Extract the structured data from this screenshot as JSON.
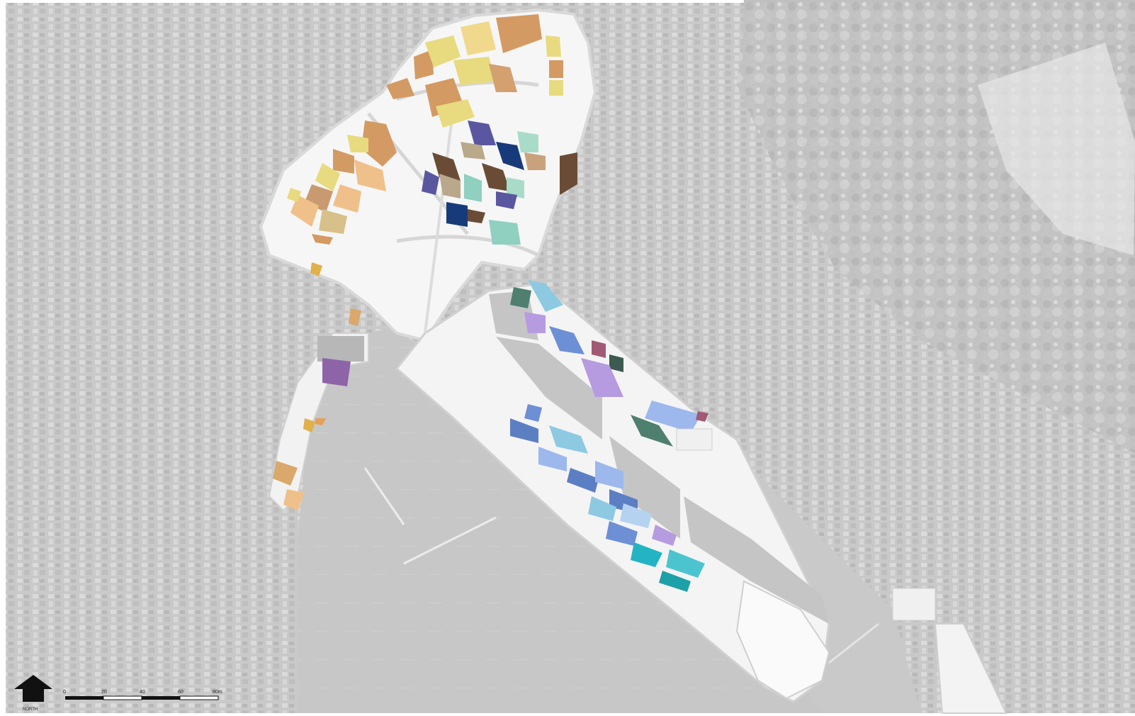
{
  "map": {
    "type": "site-plan-on-aerial",
    "background": "greyscale aerial photograph",
    "colors": {
      "urban_bg": "#b9b9b9",
      "urban_light": "#d2d2d2",
      "urban_dark": "#9a9a9a",
      "water": "#c6c6c6",
      "site_white": "#f7f7f7",
      "runway_grey": "#c4c4c4"
    },
    "palette_north": [
      "#d49a63",
      "#e8da7e",
      "#f0c08a",
      "#c9a27c",
      "#7c5a3f",
      "#b9a88a",
      "#5a57a0",
      "#173a7a",
      "#8fd0c0",
      "#6a4c36"
    ],
    "palette_south": [
      "#6d8fd6",
      "#8ec9e2",
      "#5c7fc4",
      "#b69be0",
      "#4f7f6e",
      "#9cb8ec",
      "#23b4c4",
      "#1ea0a8",
      "#a05a75",
      "#3b5a50"
    ],
    "palette_west": [
      "#8e64a8",
      "#e3a15a",
      "#d9a86a",
      "#e0b04a"
    ]
  },
  "north_arrow": {
    "label": "NORTH",
    "icon": "north-arrow-icon"
  },
  "scale_bar": {
    "ticks": [
      "0",
      "20",
      "40",
      "60",
      "80m"
    ]
  }
}
